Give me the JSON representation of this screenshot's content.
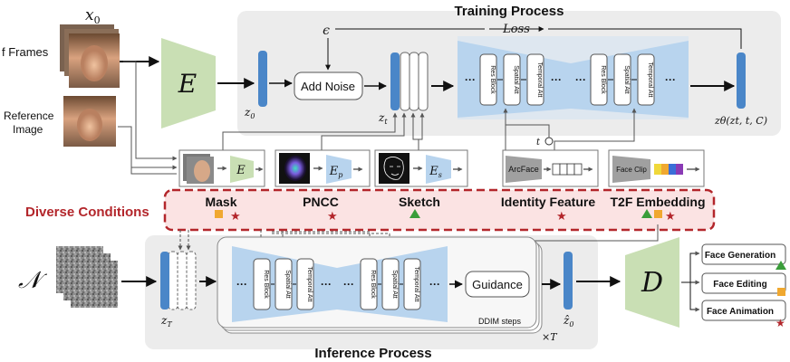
{
  "title_training": "Training Process",
  "title_inference": "Inference Process",
  "label_x0": "x",
  "label_x0_sub": "0",
  "label_frames": "f Frames",
  "label_reference_1": "Reference",
  "label_reference_2": "Image",
  "label_encoder": "E",
  "label_decoder": "D",
  "label_z0": "z",
  "label_z0_sub": "0",
  "label_zt": "z",
  "label_zt_sub": "t",
  "label_zT": "z",
  "label_zT_sub": "T",
  "label_z0_hat": "ẑ",
  "label_z0_hat_sub": "0",
  "label_ztheta": "zθ(zt, t, C)",
  "label_epsilon": "ϵ",
  "label_loss": "Loss",
  "label_t": "t",
  "label_add_noise": "Add Noise",
  "label_res_block": "Res Block",
  "label_spatial_att": "Spatial Att",
  "label_temporal_att": "Temporal Att",
  "label_dots": "···",
  "label_guidance": "Guidance",
  "label_ddim": "DDIM steps",
  "label_times_T": "×T",
  "label_normal": "𝒩",
  "label_ep": "E",
  "label_ep_sub": "p",
  "label_es": "E",
  "label_es_sub": "s",
  "label_arcface": "ArcFace",
  "label_faceclip": "Face Clip",
  "label_diverse": "Diverse Conditions",
  "cond_mask": "Mask",
  "cond_pncc": "PNCC",
  "cond_sketch": "Sketch",
  "cond_identity": "Identity Feature",
  "cond_t2f": "T2F Embedding",
  "task_generation": "Face Generation",
  "task_editing": "Face Editing",
  "task_animation": "Face Animation",
  "colors": {
    "panel_gray": "#ececec",
    "unet_blue": "#b8d4ee",
    "latent_blue": "#4a86c8",
    "encoder_green": "#c9dfb4",
    "condition_red": "#b3262b",
    "condition_fill": "#fbe3e3",
    "mark_green": "#3a9d3a",
    "mark_orange": "#f0a830",
    "mark_red": "#b3262b"
  }
}
